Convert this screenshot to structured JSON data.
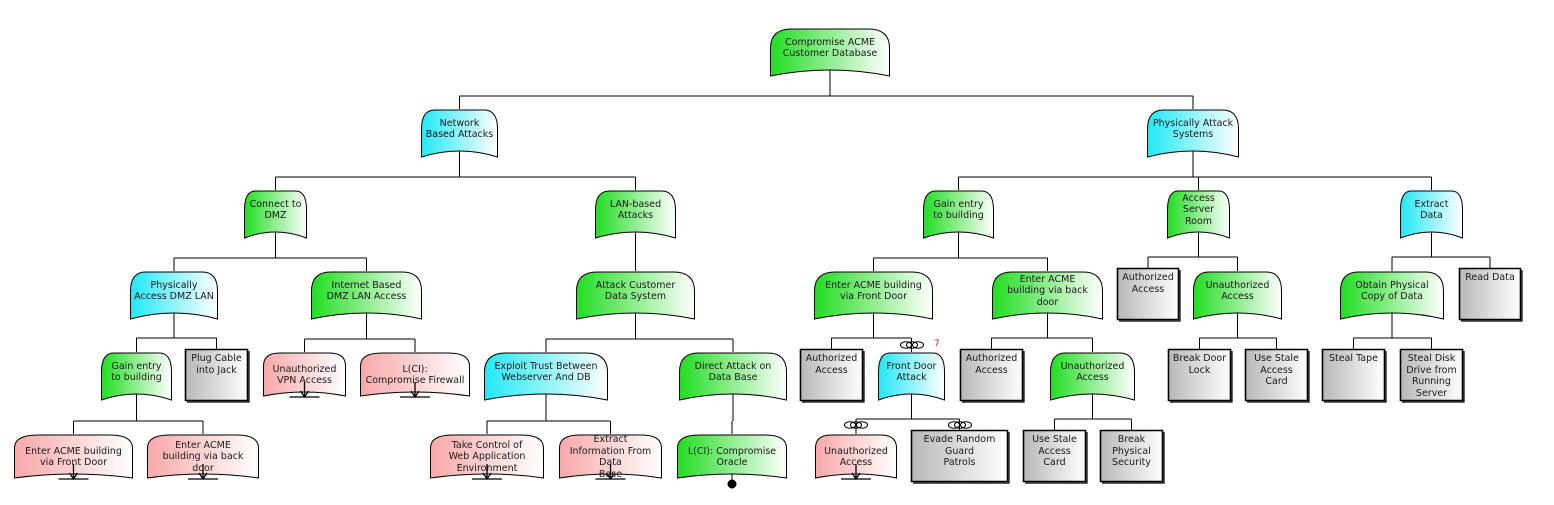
{
  "nodes": {
    "root": "Compromise ACME\nCustomer Database",
    "net": "Network\nBased Attacks",
    "phys": "Physically Attack\nSystems",
    "dmz": "Connect to\nDMZ",
    "lan": "LAN-based\nAttacks",
    "gain_top": "Gain entry\nto building",
    "server_room": "Access\nServer Room",
    "extract": "Extract Data",
    "phys_dmz": "Physically\nAccess DMZ LAN",
    "inet_dmz": "Internet Based\nDMZ LAN Access",
    "attack_cust": "Attack Customer\nData System",
    "enter_front_top": "Enter ACME building\nvia Front Door",
    "enter_back_top": "Enter ACME\nbuilding via back door",
    "auth_server": "Authorized\nAccess",
    "unauth_server": "Unauthorized\nAccess",
    "obtain_copy": "Obtain Physical\nCopy of Data",
    "read_data": "Read Data",
    "gain_dmz": "Gain entry\nto building",
    "plug_cable": "Plug Cable\ninto Jack",
    "unauth_vpn": "Unauthorized\nVPN Access",
    "lci_firewall": "L(CI):\nCompromise Firewall",
    "exploit_trust": "Exploit Trust Between\nWebserver And DB",
    "direct_attack": "Direct Attack on\nData Base",
    "auth_front": "Authorized\nAccess",
    "front_door_attack": "Front Door\nAttack",
    "auth_back": "Authorized\nAccess",
    "unauth_back": "Unauthorized\nAccess",
    "break_door": "Break Door\nLock",
    "stale_card_server": "Use Stale\nAccess Card",
    "steal_tape": "Steal Tape",
    "steal_disk": "Steal Disk\nDrive from\nRunning\nServer",
    "enter_front_low": "Enter ACME building\nvia Front Door",
    "enter_back_low": "Enter ACME\nbuilding via back door",
    "take_control": "Take Control of\nWeb Application\nEnvironment",
    "extract_info": "Extract\nInformation From Data\nBase",
    "lci_oracle": "L(CI): Compromise\nOracle",
    "unauth_front": "Unauthorized\nAccess",
    "evade_guard": "Evade Random Guard\nPatrols",
    "stale_card_back": "Use Stale\nAccess Card",
    "break_security": "Break Physical\nSecurity"
  },
  "badges": {
    "front_door_attack_count": "7"
  },
  "colors": {
    "green": "#22dd22",
    "cyan": "#22e8f5",
    "pink": "#f8a8a8",
    "grey": "#b8b8b8",
    "line": "#000000",
    "badge": "#e02020"
  }
}
